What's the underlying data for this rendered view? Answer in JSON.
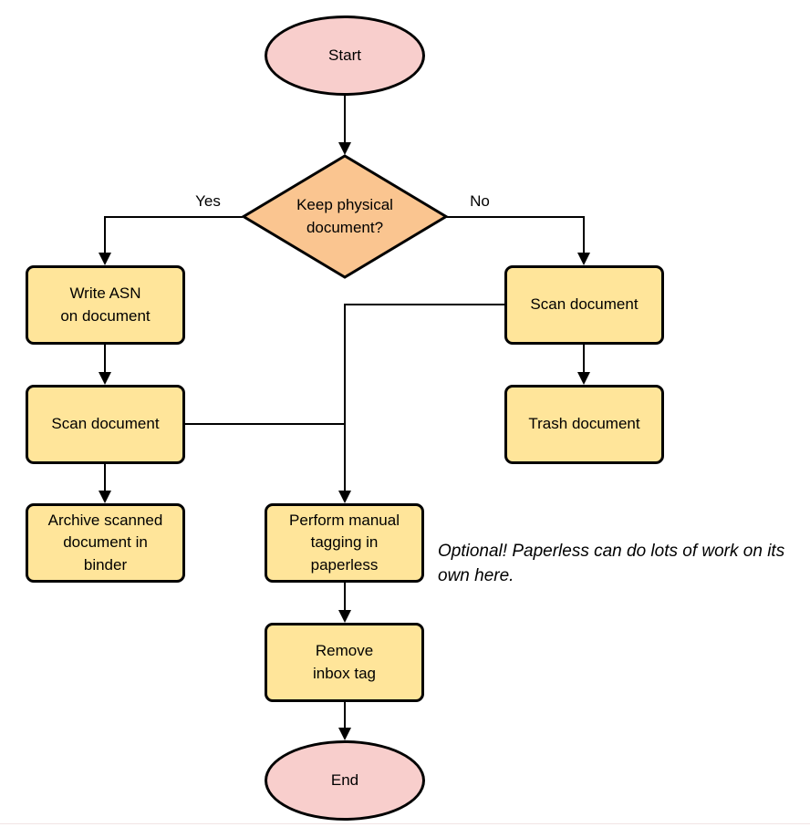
{
  "flowchart": {
    "nodes": {
      "start": {
        "label": "Start",
        "type": "terminator"
      },
      "decision": {
        "label": "Keep physical\ndocument?",
        "type": "decision"
      },
      "write_asn": {
        "label": "Write ASN\non document",
        "type": "process"
      },
      "scan_left": {
        "label": "Scan document",
        "type": "process"
      },
      "archive": {
        "label": "Archive scanned\ndocument in\nbinder",
        "type": "process"
      },
      "scan_right": {
        "label": "Scan document",
        "type": "process"
      },
      "trash": {
        "label": "Trash document",
        "type": "process"
      },
      "tagging": {
        "label": "Perform manual\ntagging in\npaperless",
        "type": "process"
      },
      "remove_inbox": {
        "label": "Remove\ninbox tag",
        "type": "process"
      },
      "end": {
        "label": "End",
        "type": "terminator"
      }
    },
    "edge_labels": {
      "yes": "Yes",
      "no": "No"
    },
    "annotation": "Optional! Paperless can do lots of work on its own here.",
    "colors": {
      "terminator_fill": "#F8CECC",
      "decision_fill": "#FAC590",
      "process_fill": "#FFE59A",
      "stroke": "#000000",
      "connector": "#000000"
    }
  }
}
